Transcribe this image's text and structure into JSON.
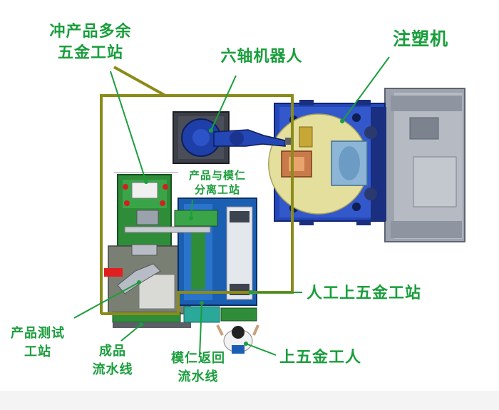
{
  "colors": {
    "label_green": "#1a9e3c",
    "frame_olive": "#8b8b1a",
    "robot_blue": "#1c3b9c",
    "machine_navy": "#2244b0",
    "turntable_cream": "#e6e1a0",
    "machine_gray": "#a9aeb8",
    "board_green": "#2f8d3a",
    "conveyor_blue": "#1b5fb3",
    "teal": "#2aa89a",
    "alarm_red": "#e02020"
  },
  "labels": {
    "stamping_station": "冲产品多余\n五金工站",
    "six_axis_robot": "六轴机器人",
    "injection_machine": "注塑机",
    "separation_station": "产品与模仁\n分离工站",
    "manual_loading_station": "人工上五金工站",
    "test_station": "产品测试\n工站",
    "finished_conveyor": "成品\n流水线",
    "mold_return_conveyor": "模仁返回\n流水线",
    "loading_worker": "上五金工人"
  }
}
